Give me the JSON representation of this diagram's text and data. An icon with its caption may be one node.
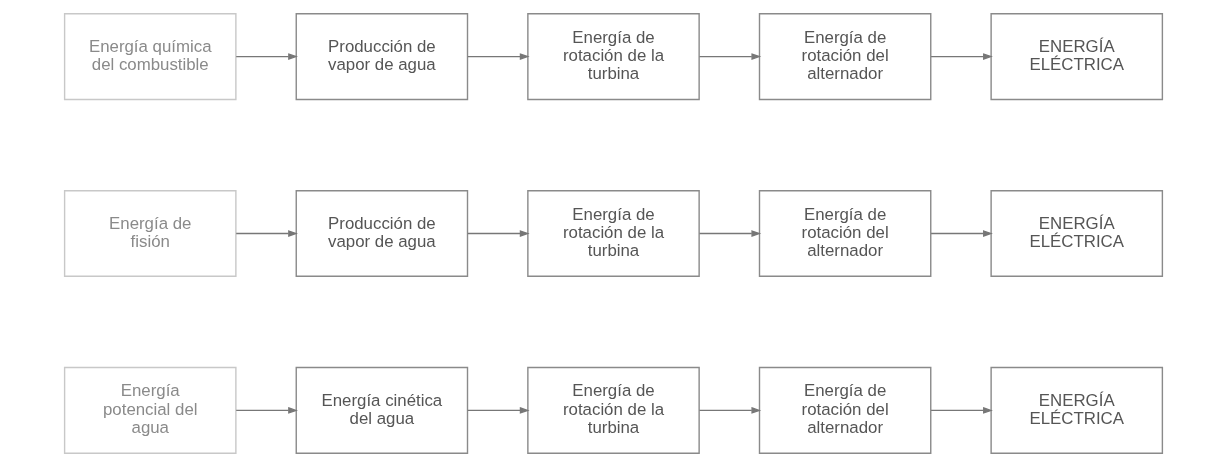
{
  "diagram": {
    "nodes": [
      {
        "text": [
          "Energía química del combustible"
        ]
      },
      {
        "text": [
          "Producción de vapor de agua"
        ]
      },
      {
        "text": [
          "Energía de rotación de la turbina"
        ]
      },
      {
        "text": [
          "Energía de rotación del alternador"
        ]
      },
      {
        "text": [
          "ENERGÍA ELÉCTRICA"
        ]
      },
      {
        "text": [
          "Energía de fisión"
        ]
      },
      {
        "text": [
          "Producción de vapor de agua"
        ]
      },
      {
        "text": [
          "Energía de rotación de la turbina"
        ]
      },
      {
        "text": [
          "Energía de rotación del alternador"
        ]
      },
      {
        "text": [
          "ENERGÍA ELÉCTRICA"
        ]
      },
      {
        "text": [
          "Energía potencial del agua"
        ]
      },
      {
        "text": [
          "Energía cinética del agua"
        ]
      },
      {
        "text": [
          "Energía de rotación de la turbina"
        ]
      },
      {
        "text": [
          "Energía de rotación del alternador"
        ]
      },
      {
        "text": [
          "ENERGÍA ELÉCTRICA"
        ]
      }
    ],
    "edges": [
      {
        "from": 0,
        "to": 1,
        "arrow": "to"
      },
      {
        "from": 1,
        "to": 2,
        "arrow": "to"
      },
      {
        "from": 2,
        "to": 3,
        "arrow": "to"
      },
      {
        "from": 3,
        "to": 4,
        "arrow": "to"
      },
      {
        "from": 5,
        "to": 6,
        "arrow": "to"
      },
      {
        "from": 6,
        "to": 7,
        "arrow": "to"
      },
      {
        "from": 7,
        "to": 8,
        "arrow": "to"
      },
      {
        "from": 8,
        "to": 9,
        "arrow": "to"
      },
      {
        "from": 10,
        "to": 11,
        "arrow": "to"
      },
      {
        "from": 11,
        "to": 12,
        "arrow": "to"
      },
      {
        "from": 12,
        "to": 13,
        "arrow": "to"
      },
      {
        "from": 13,
        "to": 14,
        "arrow": "to"
      }
    ]
  }
}
